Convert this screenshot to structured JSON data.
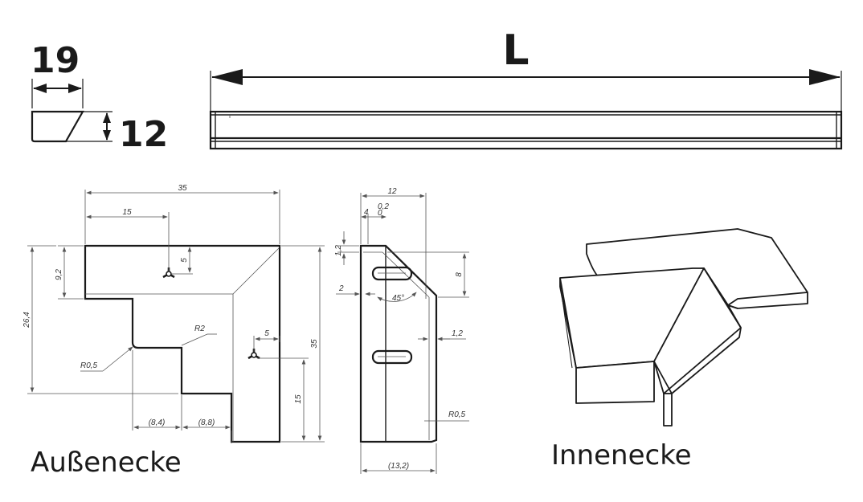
{
  "profile": {
    "width_label": "19",
    "height_label": "12",
    "length_label": "L"
  },
  "outer_corner": {
    "caption": "Außenecke",
    "dims": {
      "d35_top": "35",
      "d15_top": "15",
      "d9_2": "9,2",
      "d5_a": "5",
      "d26_4": "26,4",
      "r2": "R2",
      "r0_5": "R0,5",
      "d5_b": "5",
      "d35_right": "35",
      "d15_right": "15",
      "d8_4": "(8,4)",
      "d8_8": "(8,8)"
    }
  },
  "side_view": {
    "dims": {
      "d12": "12",
      "d4": "4",
      "tol": "0,2",
      "tol0": "0",
      "d1_2_top": "1,2",
      "d8": "8",
      "d2": "2",
      "d45": "45°",
      "d1_2_right": "1,2",
      "r0_5": "R0,5",
      "d13_2": "(13,2)"
    }
  },
  "inner_corner": {
    "caption": "Innenecke"
  }
}
